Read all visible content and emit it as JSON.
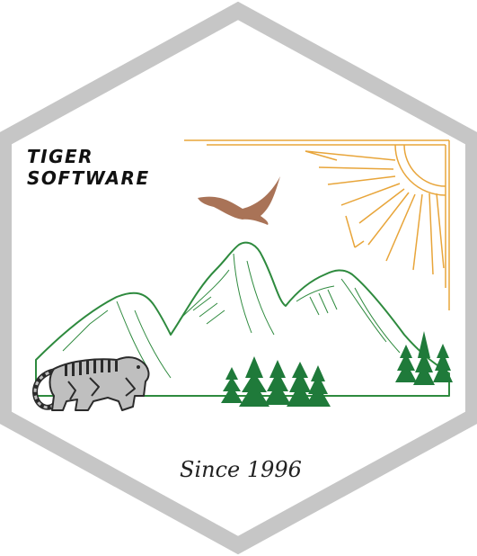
{
  "brand": {
    "line1": "TIGER",
    "line2": "SOFTWARE"
  },
  "tagline": "Since 1996",
  "icons": {
    "badge": "hexagon-badge",
    "sun": "sun-icon",
    "bird": "eagle-icon",
    "mountains": "mountain-range-icon",
    "trees": "pine-tree-icon",
    "tiger": "tiger-icon"
  },
  "colors": {
    "border": "#c6c6c6",
    "background": "#ffffff",
    "sun": "#e8a53a",
    "mountain": "#2e8a3e",
    "tree": "#1f7a3a",
    "bird": "#9a5a3a",
    "tiger_fill": "#bfbfbf",
    "tiger_outline": "#2a2a2a",
    "text": "#111111"
  }
}
